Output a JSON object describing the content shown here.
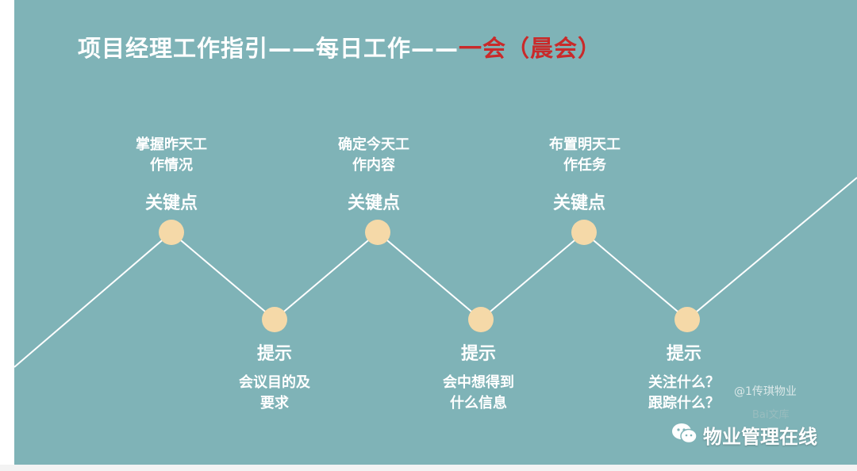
{
  "title": {
    "prefix": "项目经理工作指引——每日工作——",
    "accent": "一会（晨会）"
  },
  "colors": {
    "background": "#7fb3b7",
    "dot": "#f5d9a8",
    "line": "#ffffff",
    "accent": "#c92a2a"
  },
  "peaks": [
    {
      "desc_line1": "掌握昨天工",
      "desc_line2": "作情况",
      "key": "关键点"
    },
    {
      "desc_line1": "确定今天工",
      "desc_line2": "作内容",
      "key": "关键点"
    },
    {
      "desc_line1": "布置明天工",
      "desc_line2": "作任务",
      "key": "关键点"
    }
  ],
  "valleys": [
    {
      "key": "提示",
      "desc_line1": "会议目的及",
      "desc_line2": "要求"
    },
    {
      "key": "提示",
      "desc_line1": "会中想得到",
      "desc_line2": "什么信息"
    },
    {
      "key": "提示",
      "desc_line1": "关注什么？",
      "desc_line2": "跟踪什么？"
    }
  ],
  "watermark": {
    "handle": "@1传琪物业",
    "baidu": "Bai文库",
    "wechat_name": "物业管理在线",
    "wechat_icon": "wechat-icon"
  }
}
